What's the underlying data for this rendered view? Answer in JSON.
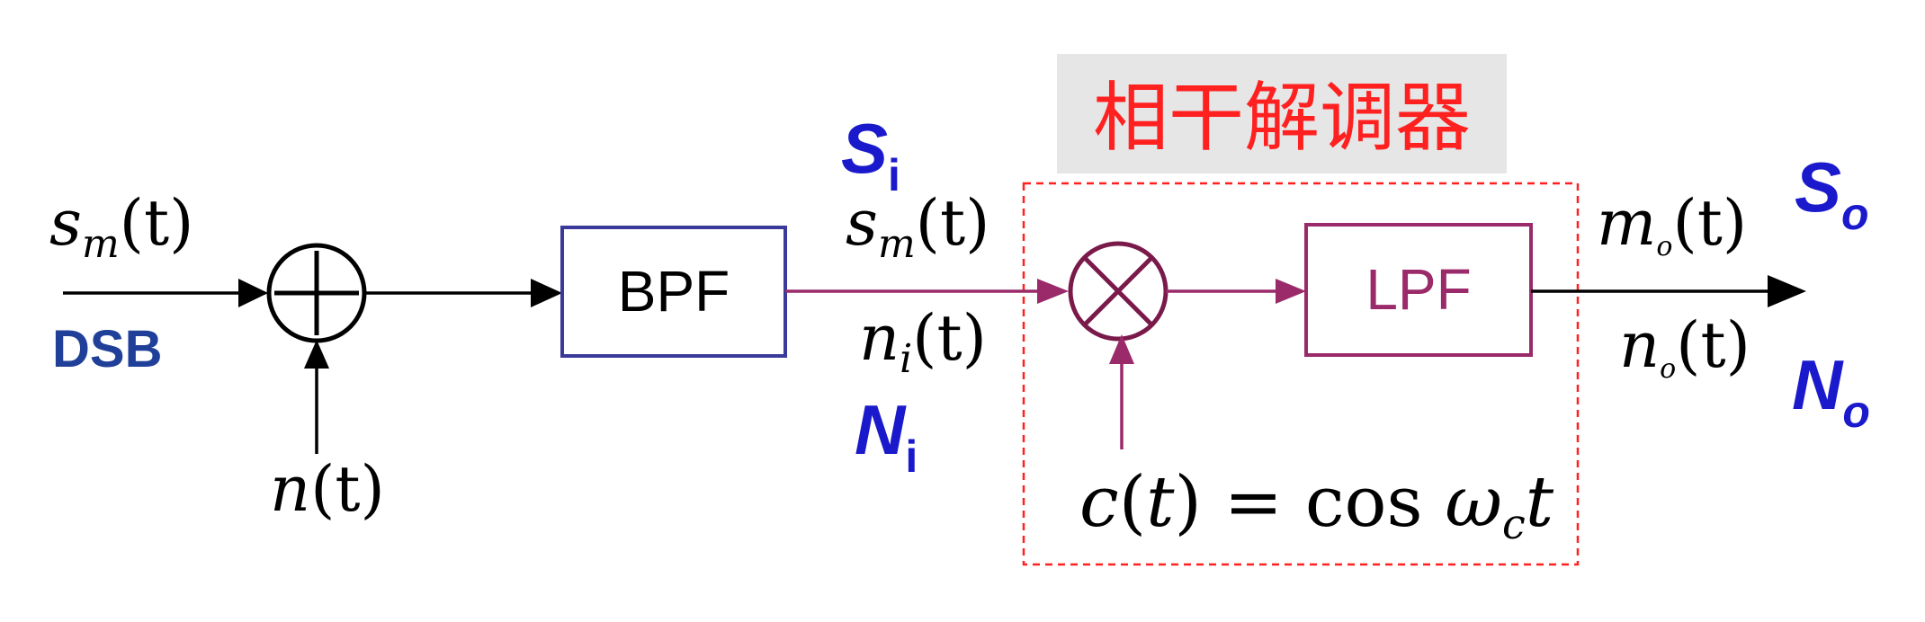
{
  "title": {
    "text": "相干解调器",
    "bg_color": "#e6e6e6",
    "color": "#ff2020"
  },
  "input": {
    "signal": "s",
    "signal_sub": "m",
    "signal_arg": "(t)",
    "type_label": "DSB"
  },
  "noise": {
    "symbol": "n",
    "arg": "(t)"
  },
  "bpf": {
    "label": "BPF",
    "color": "#3a3a9a"
  },
  "lpf": {
    "label": "LPF",
    "color": "#9a2a6a"
  },
  "bpf_output": {
    "signal": "s",
    "signal_sub": "m",
    "signal_arg": "(t)",
    "noise": "n",
    "noise_sub": "i",
    "noise_arg": "(t)",
    "signal_power": "S",
    "signal_power_sub": "i",
    "noise_power": "N",
    "noise_power_sub": "i"
  },
  "carrier": {
    "lhs": "c(t) = cos ",
    "omega": "ω",
    "omega_sub": "c",
    "t": "t"
  },
  "output": {
    "signal": "m",
    "signal_sub": "o",
    "signal_arg": "(t)",
    "noise": "n",
    "noise_sub": "o",
    "noise_arg": "(t)",
    "signal_power": "S",
    "signal_power_sub": "o",
    "noise_power": "N",
    "noise_power_sub": "o"
  },
  "colors": {
    "line_black": "#000000",
    "line_pink": "#9a2a6a",
    "mixer": "#7a1a4a",
    "dashed_box": "#ff2020",
    "power_label": "#1a1acc"
  }
}
